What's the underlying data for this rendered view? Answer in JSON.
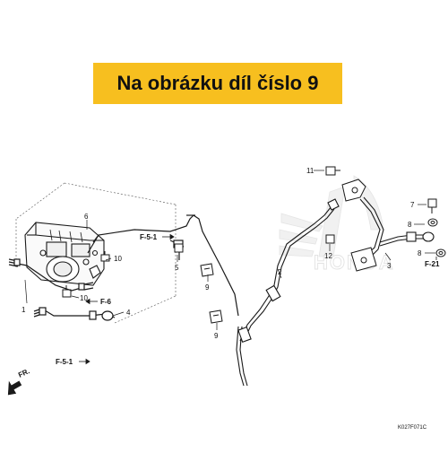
{
  "banner": {
    "text": "Na obrázku díl číslo 9"
  },
  "diagram": {
    "callouts": [
      "1",
      "2",
      "3",
      "4",
      "5",
      "6",
      "7",
      "8",
      "8",
      "9",
      "9",
      "10",
      "10",
      "11",
      "12"
    ],
    "refs": [
      "F-5-1",
      "F-6",
      "F-5-1",
      "F-21"
    ],
    "front_marker": "FR.",
    "code": "K027F071C",
    "watermark": "HONDA"
  },
  "colors": {
    "banner": "#f7bf1f",
    "line": "#1a1a1a",
    "watermark": "#d8d8d8"
  },
  "icons": {
    "watermark": "honda-wing-logo",
    "front": "front-direction-arrow"
  }
}
